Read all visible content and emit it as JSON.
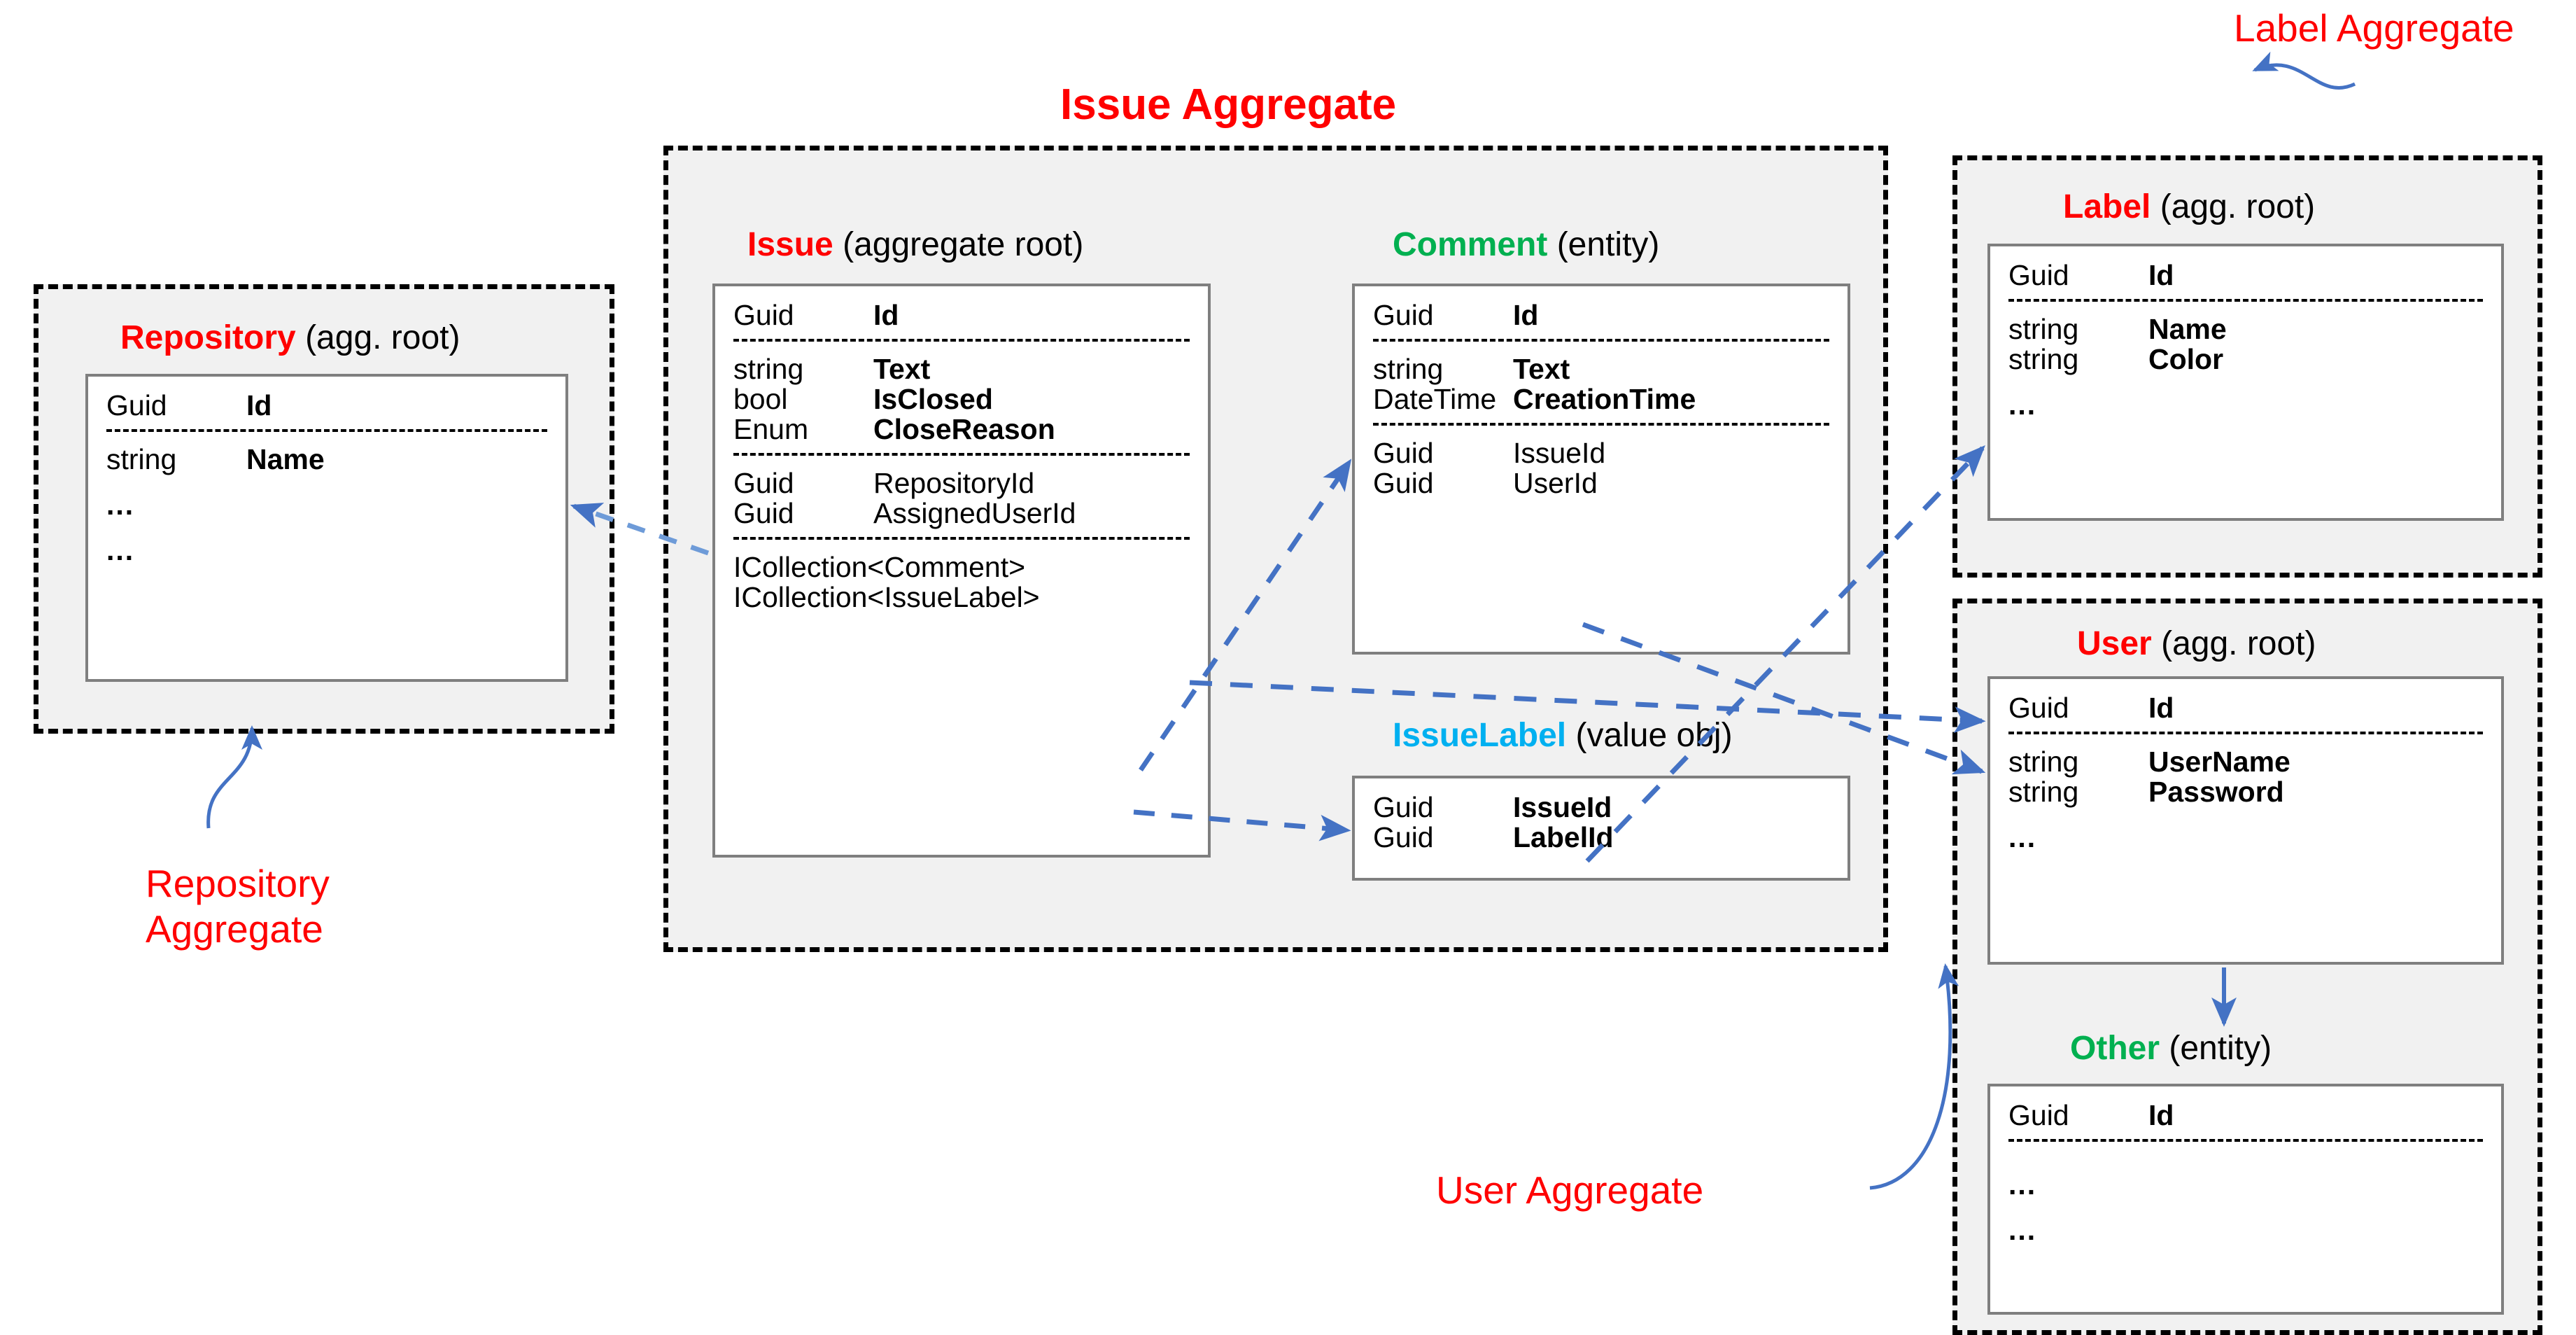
{
  "diagram": {
    "title": "Issue Aggregate",
    "colors": {
      "aggregate_root": "#ff0000",
      "entity": "#00b050",
      "value_object": "#00b0f0",
      "connector": "#4472c4",
      "container_fill": "#f1f1f1",
      "box_border": "#7f7f7f"
    }
  },
  "captions": {
    "issue_aggregate": "Issue Aggregate",
    "label_aggregate": "Label Aggregate",
    "repository_aggregate": "Repository\nAggregate",
    "user_aggregate": "User Aggregate"
  },
  "entities": {
    "repository": {
      "name": "Repository",
      "stereotype": "(agg. root)",
      "kind": "aggregate_root",
      "rows": [
        {
          "type": "Guid",
          "field": "Id",
          "bold": true
        },
        {
          "sep": true
        },
        {
          "type": "string",
          "field": "Name",
          "bold": true
        },
        {
          "type": "...",
          "field": "",
          "dots": true
        },
        {
          "type": "...",
          "field": "",
          "dots": true
        }
      ]
    },
    "issue": {
      "name": "Issue",
      "stereotype": "(aggregate root)",
      "kind": "aggregate_root",
      "rows": [
        {
          "type": "Guid",
          "field": "Id",
          "bold": true
        },
        {
          "sep": true
        },
        {
          "type": "string",
          "field": "Text",
          "bold": true
        },
        {
          "type": "bool",
          "field": "IsClosed",
          "bold": true
        },
        {
          "type": "Enum",
          "field": "CloseReason",
          "bold": true
        },
        {
          "sep": true
        },
        {
          "type": "Guid",
          "field": "RepositoryId",
          "bold": false
        },
        {
          "type": "Guid",
          "field": "AssignedUserId",
          "bold": false
        },
        {
          "sep": true
        },
        {
          "type": "ICollection<Comment>",
          "field": "",
          "wide": true
        },
        {
          "type": "ICollection<IssueLabel>",
          "field": "",
          "wide": true
        }
      ]
    },
    "comment": {
      "name": "Comment",
      "stereotype": "(entity)",
      "kind": "entity",
      "rows": [
        {
          "type": "Guid",
          "field": "Id",
          "bold": true
        },
        {
          "sep": true
        },
        {
          "type": "string",
          "field": "Text",
          "bold": true
        },
        {
          "type": "DateTime",
          "field": "CreationTime",
          "bold": true
        },
        {
          "sep": true
        },
        {
          "type": "Guid",
          "field": "IssueId",
          "bold": false
        },
        {
          "type": "Guid",
          "field": "UserId",
          "bold": false
        }
      ]
    },
    "issue_label": {
      "name": "IssueLabel",
      "stereotype": "(value obj)",
      "kind": "value_object",
      "rows": [
        {
          "type": "Guid",
          "field": "IssueId",
          "bold": true
        },
        {
          "type": "Guid",
          "field": "LabelId",
          "bold": true
        }
      ]
    },
    "label": {
      "name": "Label",
      "stereotype": "(agg. root)",
      "kind": "aggregate_root",
      "rows": [
        {
          "type": "Guid",
          "field": "Id",
          "bold": true
        },
        {
          "sep": true
        },
        {
          "type": "string",
          "field": "Name",
          "bold": true
        },
        {
          "type": "string",
          "field": "Color",
          "bold": true
        },
        {
          "type": "...",
          "field": "",
          "dots": true
        }
      ]
    },
    "user": {
      "name": "User",
      "stereotype": "(agg. root)",
      "kind": "aggregate_root",
      "rows": [
        {
          "type": "Guid",
          "field": "Id",
          "bold": true
        },
        {
          "sep": true
        },
        {
          "type": "string",
          "field": "UserName",
          "bold": true
        },
        {
          "type": "string",
          "field": "Password",
          "bold": true
        },
        {
          "type": "...",
          "field": "",
          "dots": true
        }
      ]
    },
    "other": {
      "name": "Other",
      "stereotype": "(entity)",
      "kind": "entity",
      "rows": [
        {
          "type": "Guid",
          "field": "Id",
          "bold": true
        },
        {
          "sep": true
        },
        {
          "type": "...",
          "field": "",
          "dots": true
        },
        {
          "type": "...",
          "field": "",
          "dots": true
        }
      ]
    }
  },
  "relations": [
    {
      "from": "issue.RepositoryId",
      "to": "repository",
      "style": "dashed"
    },
    {
      "from": "issue.AssignedUserId",
      "to": "user",
      "style": "dashed"
    },
    {
      "from": "issue.ICollection<Comment>",
      "to": "comment",
      "style": "dashed"
    },
    {
      "from": "issue.ICollection<IssueLabel>",
      "to": "issue_label",
      "style": "dashed"
    },
    {
      "from": "comment.UserId",
      "to": "user",
      "style": "dashed"
    },
    {
      "from": "issue_label.LabelId",
      "to": "label",
      "style": "dashed"
    },
    {
      "from": "user",
      "to": "other",
      "style": "solid"
    }
  ]
}
